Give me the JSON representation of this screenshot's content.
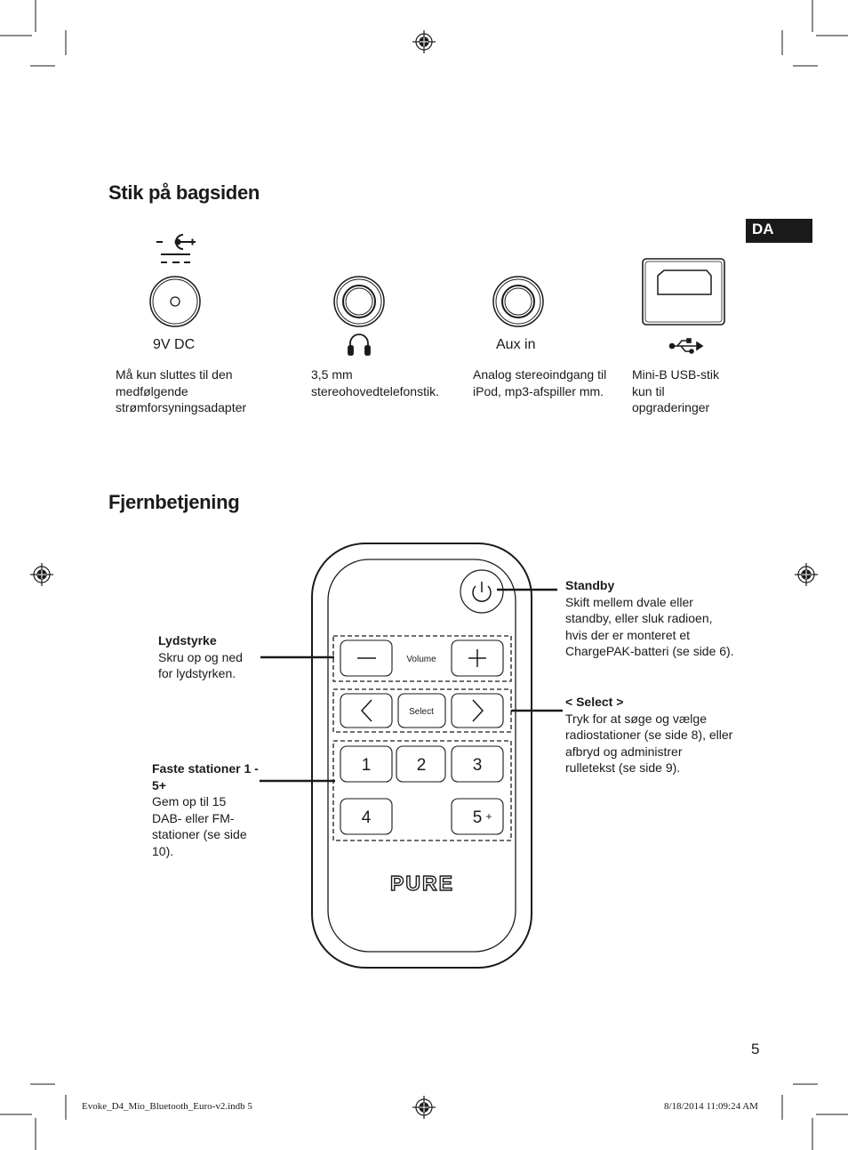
{
  "lang_tab": "DA",
  "section1": {
    "title": "Stik på bagsiden",
    "connectors": [
      {
        "icon": "dc-power-symbol-icon",
        "label": "9V DC",
        "description": "Må kun sluttes til den medfølgende strømforsyningsadapter"
      },
      {
        "icon": "headphones-icon",
        "label": "",
        "description": "3,5 mm stereohovedtelefonstik."
      },
      {
        "icon": "aux-jack-icon",
        "label": "Aux in",
        "description": "Analog stereoindgang til iPod, mp3-afspiller mm."
      },
      {
        "icon": "usb-icon",
        "label": "",
        "description": "Mini-B USB-stik kun til opgraderinger"
      }
    ]
  },
  "section2": {
    "title": "Fjernbetjening",
    "callouts": {
      "standby": {
        "title": "Standby",
        "text": "Skift mellem dvale eller standby, eller sluk radioen, hvis der er monteret et ChargePAK-batteri (se side 6)."
      },
      "select": {
        "title": "< Select >",
        "text": "Tryk for at søge og vælge radiostationer (se side 8), eller afbryd og administrer rulletekst (se side 9)."
      },
      "volume": {
        "title": "Lydstyrke",
        "text": "Skru op og ned for lydstyrken."
      },
      "presets": {
        "title": "Faste stationer 1 - 5+",
        "text": "Gem op til 15 DAB- eller FM-stationer (se side 10)."
      }
    },
    "remote": {
      "volume_label": "Volume",
      "select_label": "Select",
      "presets": [
        "1",
        "2",
        "3",
        "4",
        "5"
      ],
      "preset_plus": "+",
      "brand": "PURE"
    }
  },
  "page_number": "5",
  "footer": {
    "file": "Evoke_D4_Mio_Bluetooth_Euro-v2.indb   5",
    "timestamp": "8/18/2014   11:09:24 AM"
  }
}
